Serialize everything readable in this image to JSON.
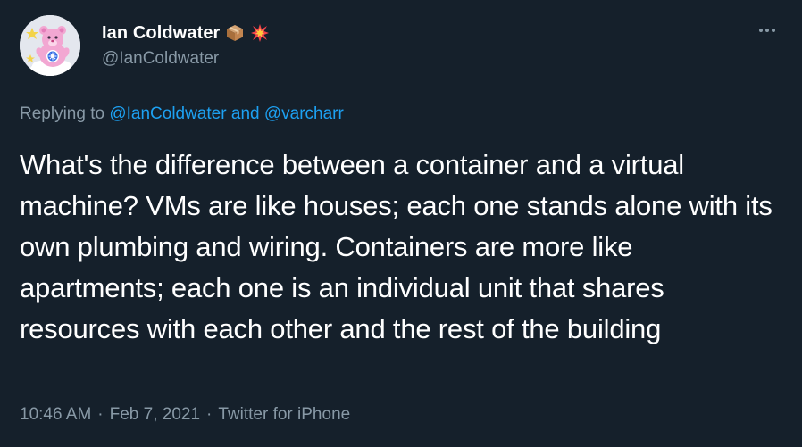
{
  "author": {
    "display_name": "Ian Coldwater",
    "handle": "@IanColdwater",
    "name_emojis": [
      "package-icon",
      "collision-icon"
    ]
  },
  "more_menu_icon": "ellipsis-icon",
  "reply_context": {
    "prefix": "Replying to",
    "user1": "@IanColdwater",
    "conjunction": "and",
    "user2": "@varcharr"
  },
  "tweet": {
    "text": "What's the difference between a container and a virtual machine? VMs are like houses; each one stands alone with its own plumbing and wiring. Containers are more like apartments; each one is an individual unit that shares resources with each other and the rest of the building"
  },
  "meta": {
    "time": "10:46 AM",
    "separator1": "·",
    "date": "Feb 7, 2021",
    "separator2": "·",
    "source": "Twitter for iPhone"
  },
  "colors": {
    "background": "#15202b",
    "text": "#ffffff",
    "secondary": "#8899a6",
    "link": "#1da1f2"
  }
}
